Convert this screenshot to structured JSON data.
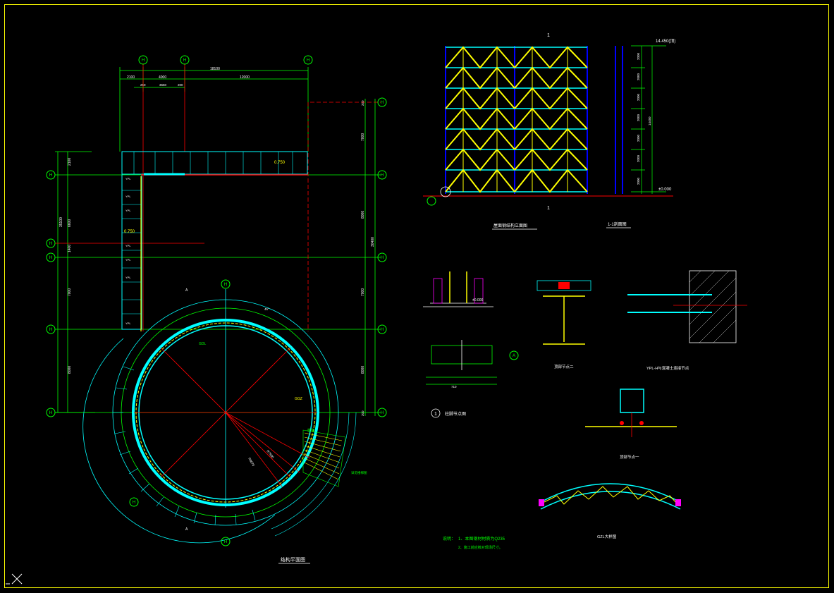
{
  "colors": {
    "background": "#000000",
    "axis": "#00ff00",
    "dim": "#00ff00",
    "center": "#ff0000",
    "beam": "#00ffff",
    "truss": "#ffff00",
    "column": "#0000ff",
    "text": "#ffffff",
    "frame": "#ffff00"
  },
  "plan": {
    "title": "结构平面图",
    "dims_top": [
      "18100",
      "2100",
      "4000",
      "12000",
      "250",
      "3650",
      "200"
    ],
    "dims_left": [
      "2100",
      "6600",
      "35100",
      "1400",
      "7000",
      "8000"
    ],
    "dims_right": [
      "7000",
      "8000",
      "30400",
      "7000",
      "8000",
      "200",
      "200"
    ],
    "level_a": "0.750",
    "level_b": "0.750",
    "labels": {
      "gdl": "GDL",
      "ggz": "GGZ",
      "r1": "R7900",
      "r2": "R8070",
      "stair": "楼梯",
      "stair_note": "详见楼梯图",
      "section_a": "A",
      "section_a2": "A",
      "angle": "45°",
      "ypl": "YPL"
    },
    "axis_bubbles": [
      "H",
      "H",
      "H",
      "H",
      "H",
      "H",
      "H",
      "H",
      "H",
      "H",
      "H",
      "H",
      "H",
      "H",
      "H",
      "H"
    ]
  },
  "elevation": {
    "title": "屋面钢结构立面图",
    "level_top": "14.450(顶)",
    "level_bottom": "±0.000",
    "section_mark": "1",
    "section_mark2": "1",
    "dims_right": [
      "2000",
      "2000",
      "2000",
      "2000",
      "2000",
      "2000",
      "2000",
      "14450"
    ]
  },
  "section11": {
    "title": "1-1剖面图"
  },
  "details": {
    "d1_title": "柱脚节点图",
    "d1_circle": "1",
    "d1_level": "±0.000",
    "d1_axis": "A",
    "d1_dim": "710",
    "d2_title": "顶部节点二",
    "d3_title": "YPL-H与混凝土连接节点",
    "d4_title": "顶部节点一",
    "d5_title": "GZL大样图"
  },
  "notes": {
    "label": "说明：",
    "line1": "1、本图钢材材质为Q235",
    "line2": "2、施工前应核对现场尺寸。"
  }
}
